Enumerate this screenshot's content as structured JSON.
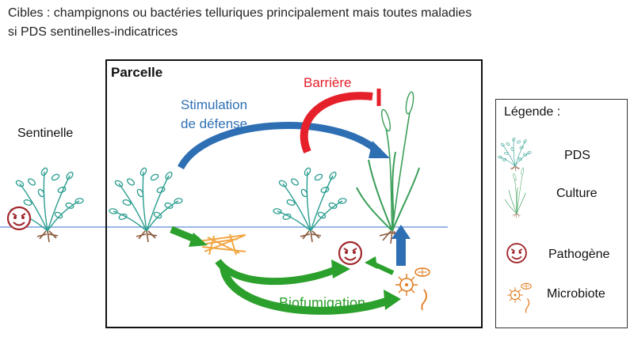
{
  "header": {
    "line1": "Cibles : champignons ou bactéries telluriques principalement mais toutes maladies",
    "line2": "si PDS sentinelles-indicatrices"
  },
  "parcel": {
    "title": "Parcelle"
  },
  "sentinel": {
    "label": "Sentinelle"
  },
  "arrows": {
    "stimulation_line1": "Stimulation",
    "stimulation_line2": "de défense",
    "barrier": "Barrière",
    "biofumigation": "Biofumigation"
  },
  "legend": {
    "title": "Légende :",
    "items": [
      {
        "label": "PDS",
        "icon": "pds-plant-icon"
      },
      {
        "label": "Culture",
        "icon": "culture-plant-icon"
      },
      {
        "label": "Pathogène",
        "icon": "pathogen-face-icon"
      },
      {
        "label": "Microbiote",
        "icon": "microbiota-icon"
      }
    ]
  },
  "colors": {
    "stimulation": "#2e6fb4",
    "barrier": "#e5202a",
    "biofumigation": "#2ca02c",
    "pds_leaf": "#2a9d8f",
    "culture_leaf": "#3a9e58",
    "pathogen": "#a0282d",
    "microbiota": "#e07b1f",
    "soil_line": "#5b8fd6"
  }
}
